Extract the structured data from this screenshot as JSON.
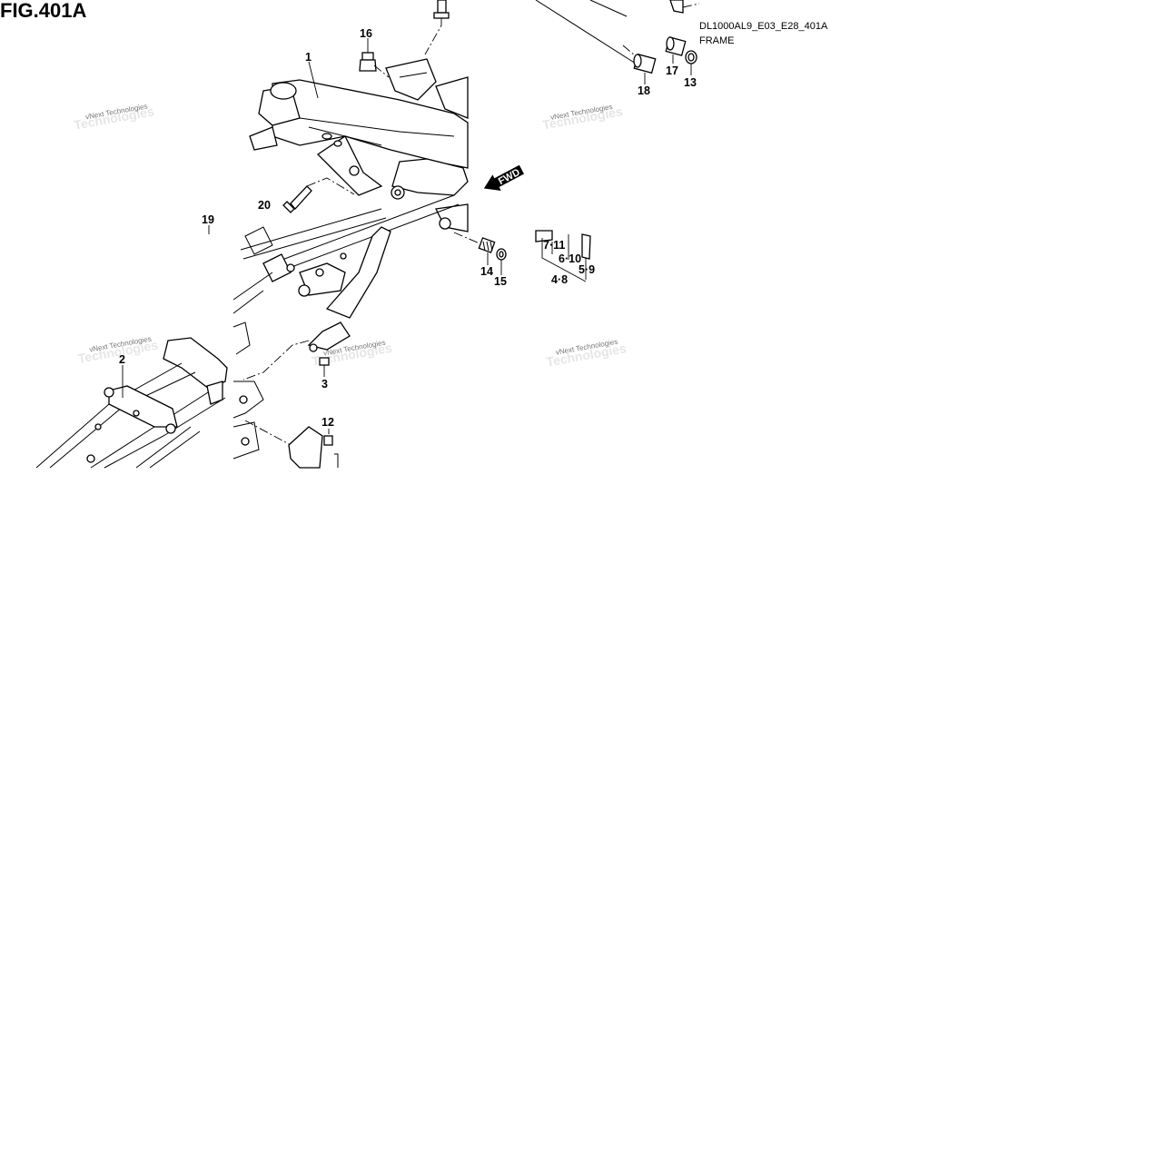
{
  "figure": {
    "title": "FIG.401A",
    "model_code": "DL1000AL9_E03_E28_401A",
    "section_name": "FRAME",
    "fwd_label": "FWD",
    "watermark": "vNext Technologies"
  },
  "callouts": {
    "c1": "1",
    "c2": "2",
    "c3": "3",
    "c12": "12",
    "c13": "13",
    "c14": "14",
    "c15": "15",
    "c16": "16",
    "c17": "17",
    "c18": "18",
    "c19": "19",
    "c20": "20",
    "g7_11": "7·11",
    "g6_10": "6·10",
    "g5_9": "5·9",
    "g4_8": "4·8"
  }
}
